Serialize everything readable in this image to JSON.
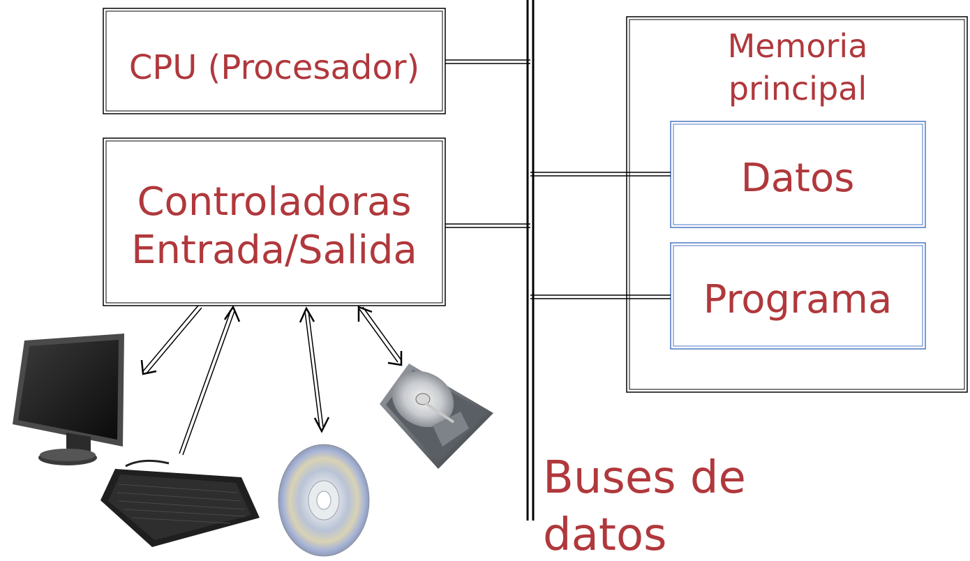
{
  "cpu": {
    "label": "CPU (Procesador)"
  },
  "io": {
    "line1": "Controladoras",
    "line2": "Entrada/Salida"
  },
  "memory": {
    "line1": "Memoria",
    "line2": "principal",
    "data_label": "Datos",
    "program_label": "Programa"
  },
  "bus": {
    "line1": "Buses de",
    "line2": "datos"
  },
  "peripherals": [
    "monitor-icon",
    "keyboard-icon",
    "cd-disc-icon",
    "hard-drive-icon"
  ],
  "colors": {
    "text": "#b0383c",
    "memory_inner_border": "#4a77c4",
    "line": "#000000"
  }
}
